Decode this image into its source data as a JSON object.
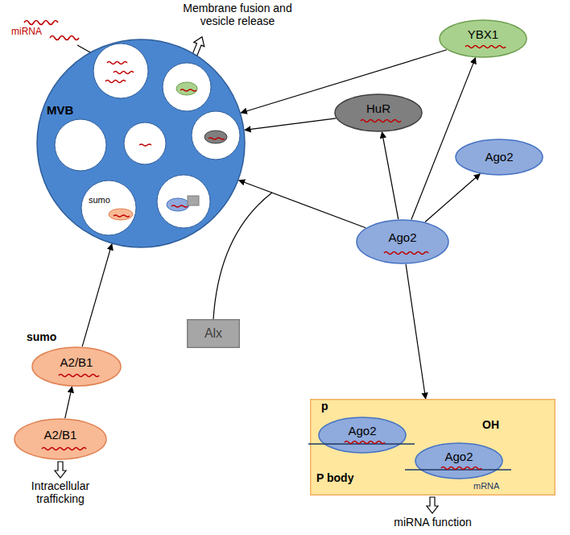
{
  "diagram": {
    "nodes": [
      {
        "text": [
          "MVB"
        ]
      },
      {
        "text": [
          "YBX1"
        ]
      },
      {
        "text": [
          "HuR"
        ]
      },
      {
        "text": [
          "Ago2"
        ]
      },
      {
        "text": [
          "Ago2"
        ]
      },
      {
        "text": [
          "Alx"
        ]
      },
      {
        "text": [
          "sumo",
          "A2/B1"
        ]
      },
      {
        "text": [
          "A2/B1"
        ]
      },
      {
        "text": [
          "P body"
        ]
      },
      {
        "text": [
          "p",
          "Ago2"
        ],
        "in": 8
      },
      {
        "text": [
          "OH",
          "Ago2"
        ],
        "in": 8
      }
    ],
    "edges": [
      {
        "from": 4,
        "to": 1,
        "arrow": "to"
      },
      {
        "from": 4,
        "to": 2,
        "arrow": "to"
      },
      {
        "from": 4,
        "to": 3,
        "arrow": "to"
      },
      {
        "from": 4,
        "to": 8,
        "arrow": "to"
      },
      {
        "from": 4,
        "to": 0,
        "arrow": "to"
      },
      {
        "from": 1,
        "to": 0,
        "arrow": "to"
      },
      {
        "from": 2,
        "to": 0,
        "arrow": "to"
      },
      {
        "from": 7,
        "to": 6,
        "arrow": "to"
      },
      {
        "from": 6,
        "to": 0,
        "arrow": "to"
      }
    ],
    "labels": [
      "Membrane fusion and vesicle release",
      "miRNA",
      "sumo",
      "mRNA",
      "Intracellular trafficking",
      "miRNA function"
    ]
  }
}
